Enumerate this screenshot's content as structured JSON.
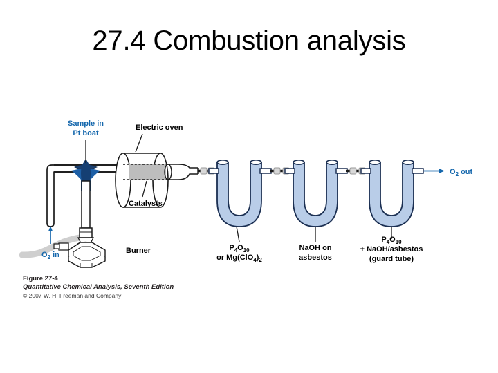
{
  "slide": {
    "title": "27.4 Combustion analysis",
    "background_color": "#ffffff"
  },
  "figure": {
    "colors": {
      "label_blue": "#1668ad",
      "tube_fill": "#b9cde8",
      "tube_stroke": "#1b2f52",
      "catalyst_grey": "#bdbdbd",
      "hose_grey": "#cfcfcf",
      "connector_grey": "#d8d8d8",
      "outline_black": "#1a1a1a",
      "flame_blue": "#1d5fa6",
      "flame_blue_dark": "#123f74"
    },
    "labels": {
      "sample_line1": "Sample in",
      "sample_line2": "Pt boat",
      "electric_oven": "Electric oven",
      "catalysts": "Catalysts",
      "o2_in_main": "O",
      "o2_in_sub": "2",
      "o2_in_tail": " in",
      "o2_out_main": "O",
      "o2_out_sub": "2",
      "o2_out_tail": " out",
      "burner": "Burner"
    },
    "tubes": [
      {
        "id": "tube-1",
        "line1_a": "P",
        "line1_sub1": "4",
        "line1_b": "O",
        "line1_sub2": "10",
        "line2": "or Mg(ClO",
        "line2_sub1": "4",
        "line2_b": ")",
        "line2_sub2": "2",
        "line3": ""
      },
      {
        "id": "tube-2",
        "line1_a": "NaOH on",
        "line2": "asbestos",
        "line3": ""
      },
      {
        "id": "tube-3",
        "line1_a": "P",
        "line1_sub1": "4",
        "line1_b": "O",
        "line1_sub2": "10",
        "line2": "+ NaOH/asbestos",
        "line3": "(guard tube)"
      }
    ]
  },
  "caption": {
    "figure_number": "Figure 27-4",
    "source": "Quantitative Chemical Analysis, Seventh Edition",
    "copyright": "© 2007 W. H. Freeman and Company"
  }
}
